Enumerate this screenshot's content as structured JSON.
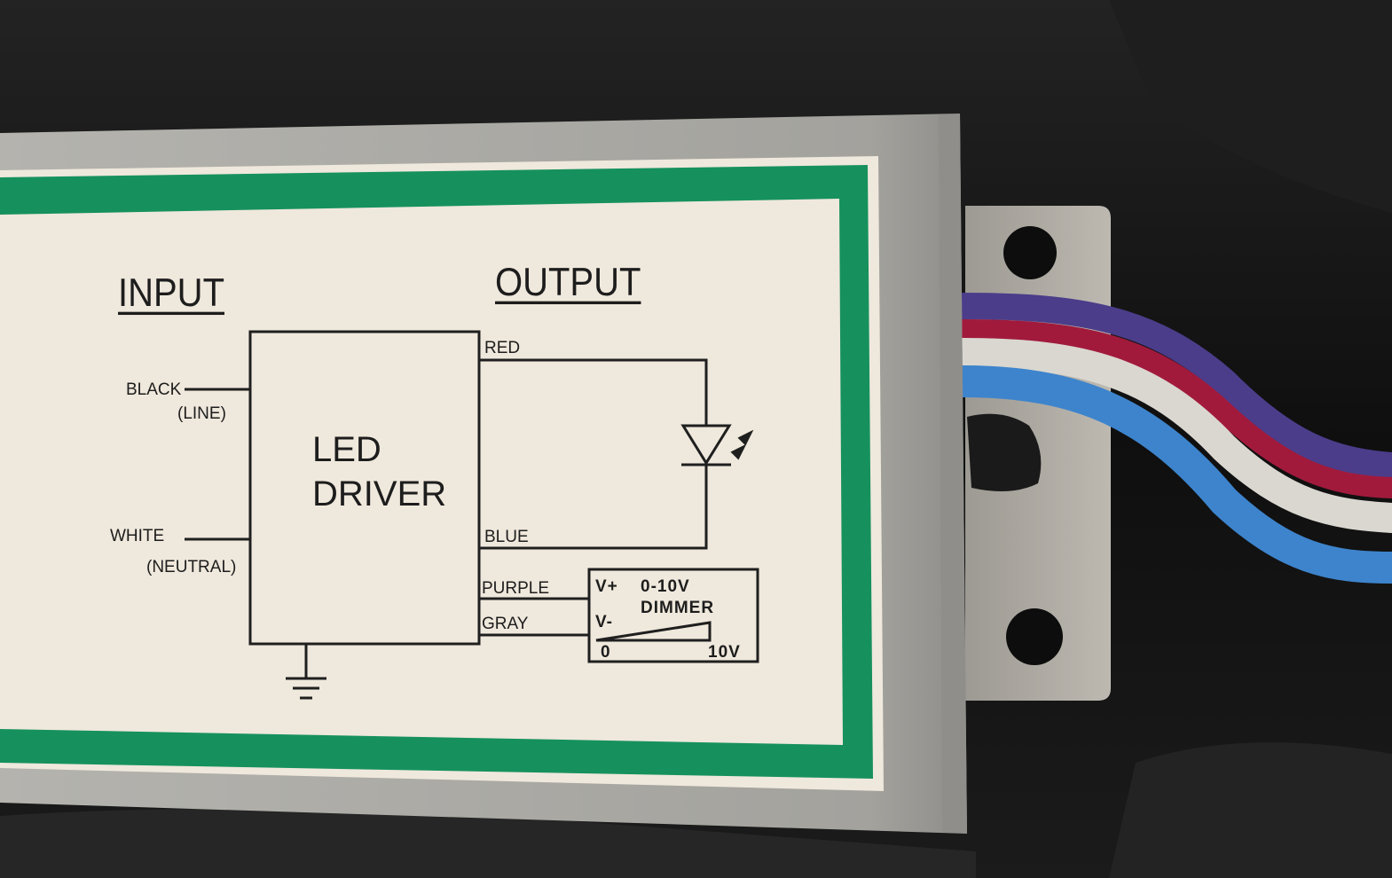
{
  "diagram": {
    "input_heading": "INPUT",
    "output_heading": "OUTPUT",
    "driver_line1": "LED",
    "driver_line2": "DRIVER",
    "black": "BLACK",
    "line": "(LINE)",
    "white": "WHITE",
    "neutral": "(NEUTRAL)",
    "red": "RED",
    "blue": "BLUE",
    "purple": "PURPLE",
    "gray": "GRAY",
    "v_plus": "V+",
    "v_minus": "V-",
    "dimmer_range": "0-10V",
    "dimmer": "DIMMER",
    "scale_min": "0",
    "scale_max": "10V"
  },
  "colors": {
    "label_green": "#16915e",
    "label_cream": "#efe8dc",
    "housing": "#a6a6a2",
    "wire_purple": "#4b3d8a",
    "wire_red": "#a11a3c",
    "wire_white": "#d9d7d0",
    "wire_blue": "#3d84cc"
  }
}
